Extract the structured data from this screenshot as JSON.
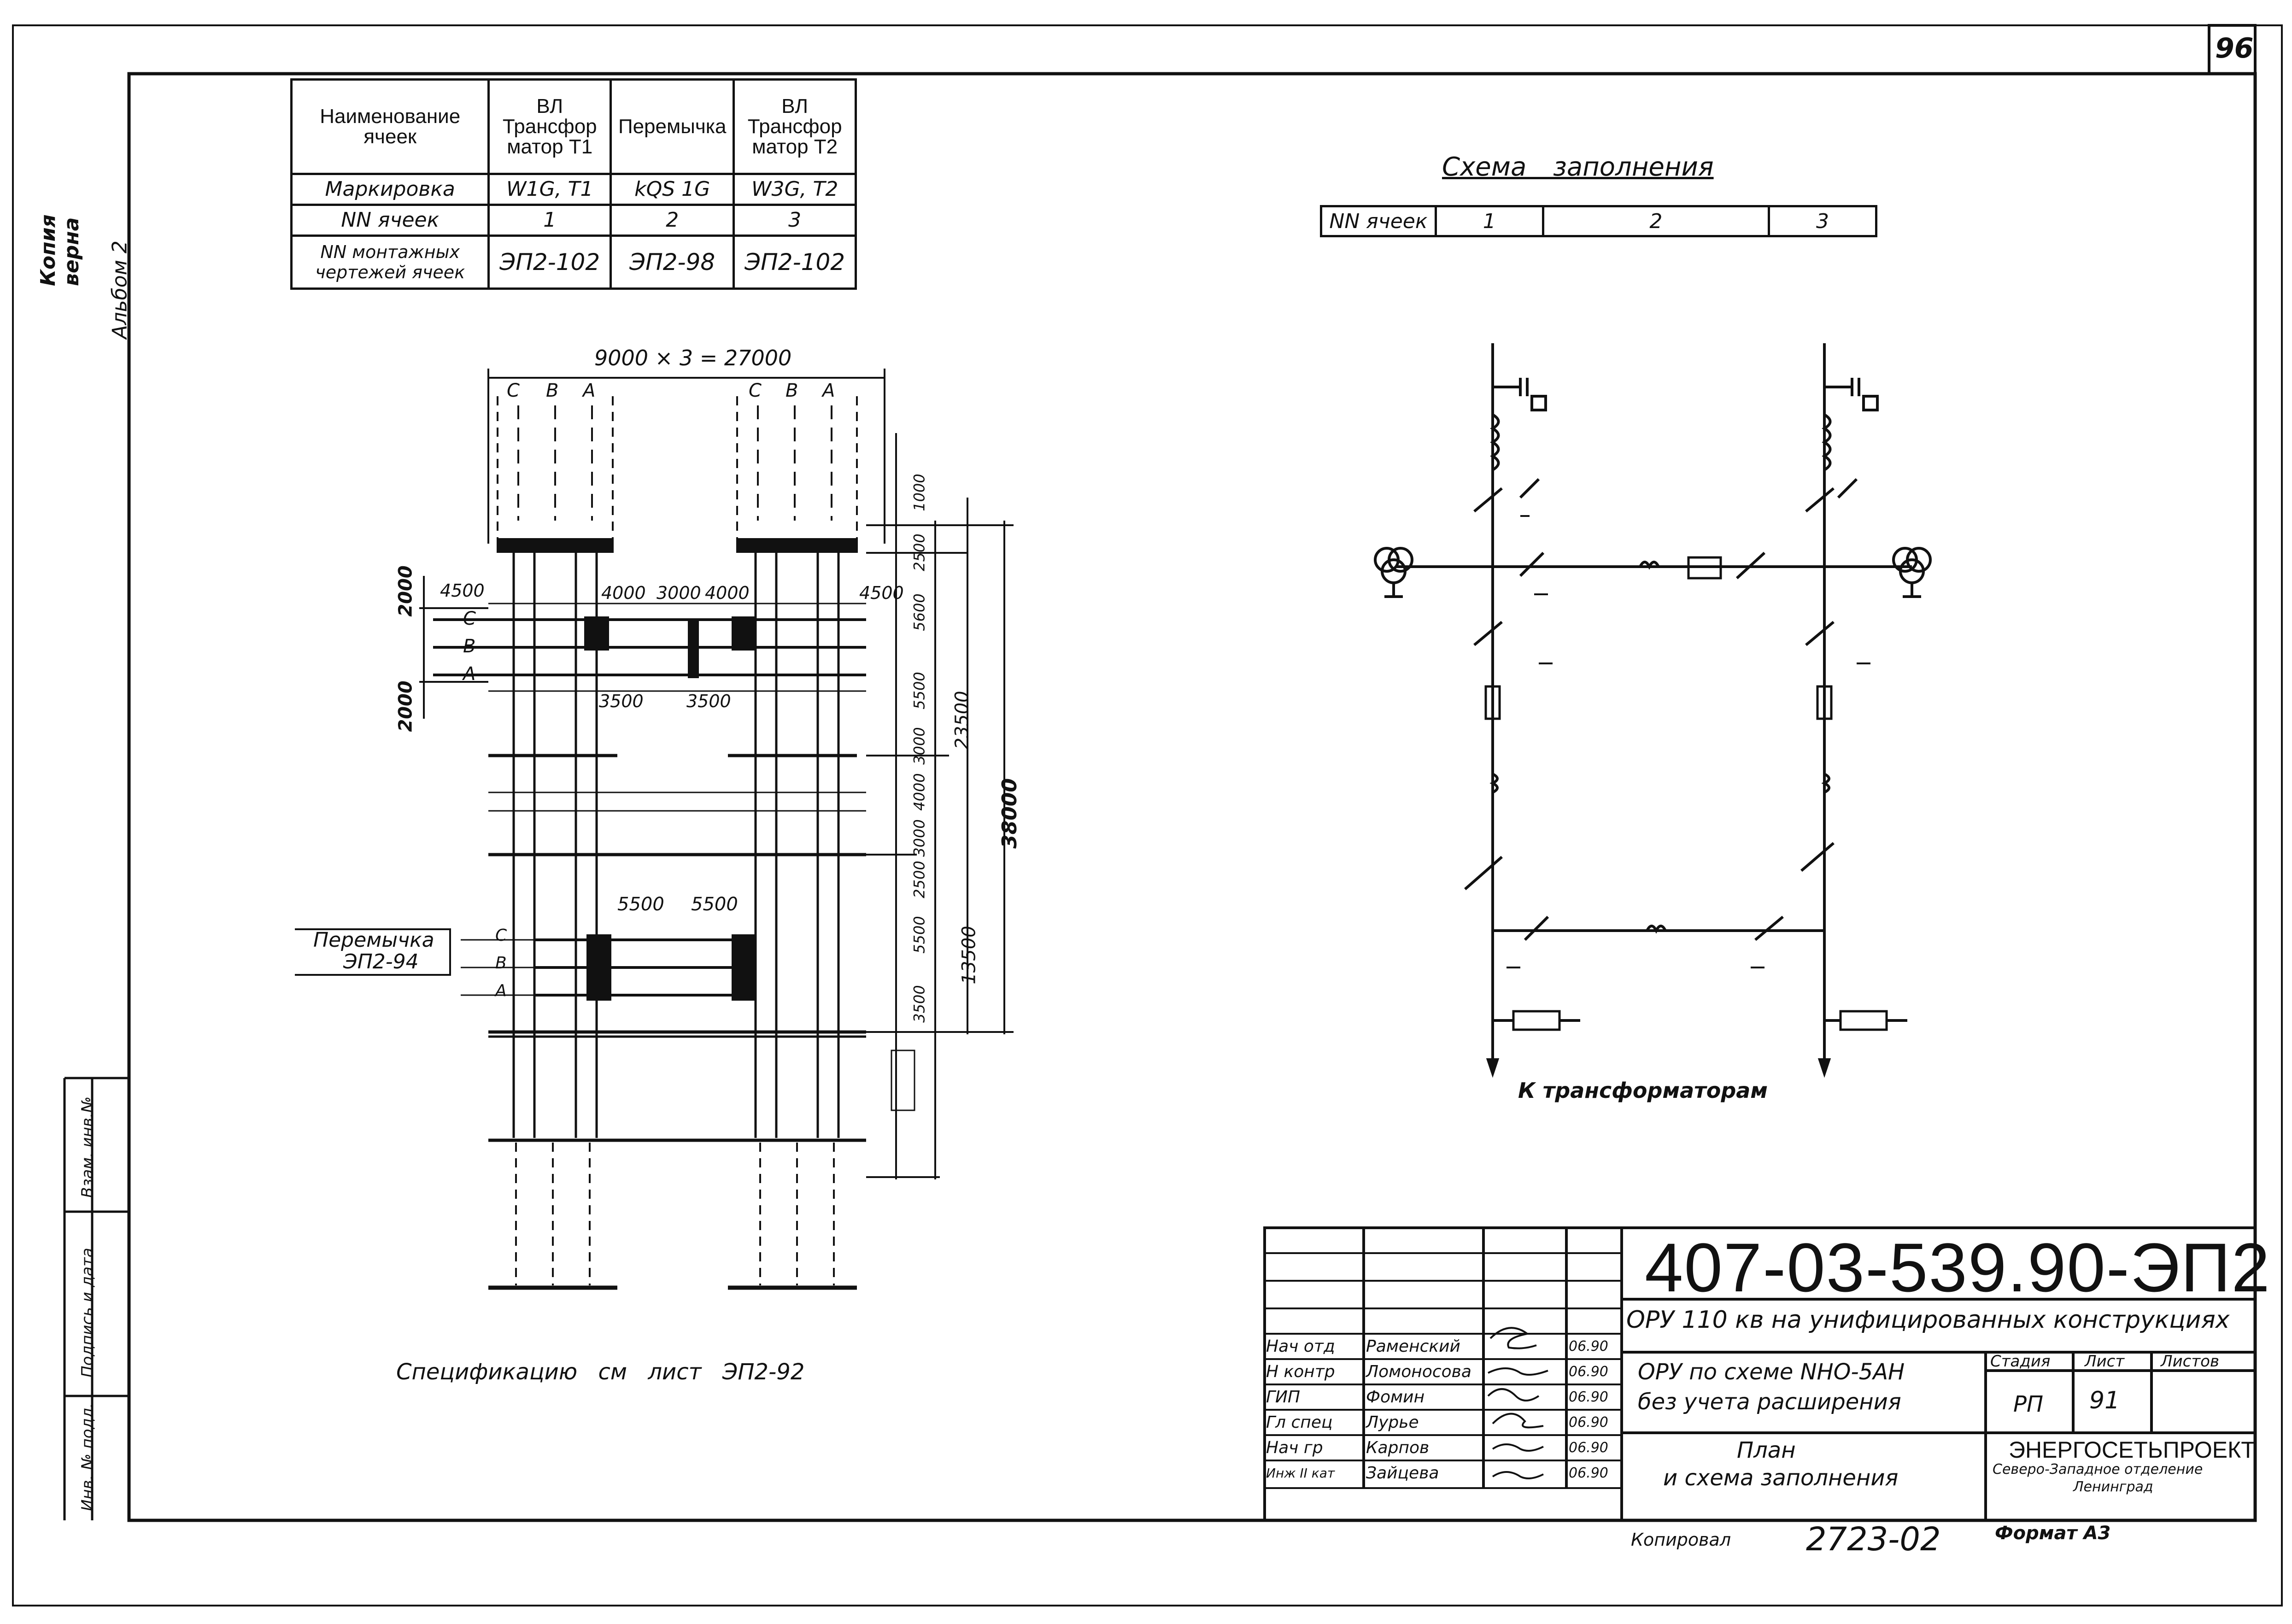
{
  "sheet": {
    "number": "96",
    "side_labels": [
      "Копия верна",
      "Альбом 2"
    ],
    "left_stamp": [
      "Взам. инв.№",
      "Подпись и дата",
      "Инв. № подл."
    ]
  },
  "cells_table": {
    "header_label": "Наименование ячеек",
    "headers": [
      "ВЛ Трансфор матор Т1",
      "Перемычка",
      "ВЛ Трансфор матор Т2"
    ],
    "rows": [
      {
        "label": "Маркировка",
        "values": [
          "W1G, T1",
          "kQS 1G",
          "W3G, T2"
        ]
      },
      {
        "label": "NN ячеек",
        "values": [
          "1",
          "2",
          "3"
        ]
      },
      {
        "label": "NN монтажных чертежей ячеек",
        "values": [
          "ЭП2-102",
          "ЭП2-98",
          "ЭП2-102"
        ]
      }
    ]
  },
  "plan": {
    "overall_dim": "9000 × 3 = 27000",
    "phases_top_left": [
      "C",
      "B",
      "A"
    ],
    "phases_top_right": [
      "C",
      "B",
      "A"
    ],
    "phases_left_bus": [
      "C",
      "B",
      "A"
    ],
    "phases_jumper": [
      "C",
      "B",
      "A"
    ],
    "dims_horizontal": [
      "4500",
      "4000",
      "3000",
      "4000",
      "4500",
      "3500",
      "3500",
      "5500",
      "5500"
    ],
    "dims_left_vertical": [
      "2000",
      "2000"
    ],
    "dims_right_vertical": [
      "1000",
      "2500",
      "5600",
      "5500",
      "3000",
      "4000",
      "3000",
      "2500",
      "5500",
      "3500"
    ],
    "dim_23500": "23500",
    "dim_38000": "38000",
    "dim_13500": "13500",
    "jumper_label": [
      "Перемычка",
      "ЭП2-94"
    ]
  },
  "scheme": {
    "title": "Схема заполнения",
    "table_label": "NN ячеек",
    "table_values": [
      "1",
      "2",
      "3"
    ],
    "caption": "К трансформаторам"
  },
  "spec_note": "Спецификацию см лист ЭП2-92",
  "title_block": {
    "code": "407-03-539.90-ЭП2",
    "project": "ОРУ 110 кв на унифицированных конструкциях",
    "subject": [
      "ОРУ по схеме NНО-5АН",
      "без учета расширения"
    ],
    "sheet_name": [
      "План",
      "и схема заполнения"
    ],
    "stage_hdr": "Стадия",
    "sheet_hdr": "Лист",
    "sheets_hdr": "Листов",
    "stage": "РП",
    "sheet": "91",
    "org": [
      "ЭНЕРГОСЕТЬПРОЕКТ",
      "Северо-Западное отделение",
      "Ленинград"
    ],
    "roles": [
      {
        "role": "Нач отд",
        "name": "Раменский",
        "date": "06.90"
      },
      {
        "role": "Н контр",
        "name": "Ломоносова",
        "date": "06.90"
      },
      {
        "role": "ГИП",
        "name": "Фомин",
        "date": "06.90"
      },
      {
        "role": "Гл спец",
        "name": "Лурье",
        "date": "06.90"
      },
      {
        "role": "Нач гр",
        "name": "Карпов",
        "date": "06.90"
      },
      {
        "role": "Инж II кат",
        "name": "Зайцева",
        "date": "06.90"
      }
    ]
  },
  "footer": {
    "copied": "Копировал",
    "copy_code": "2723-02",
    "format": "Формат А3"
  }
}
